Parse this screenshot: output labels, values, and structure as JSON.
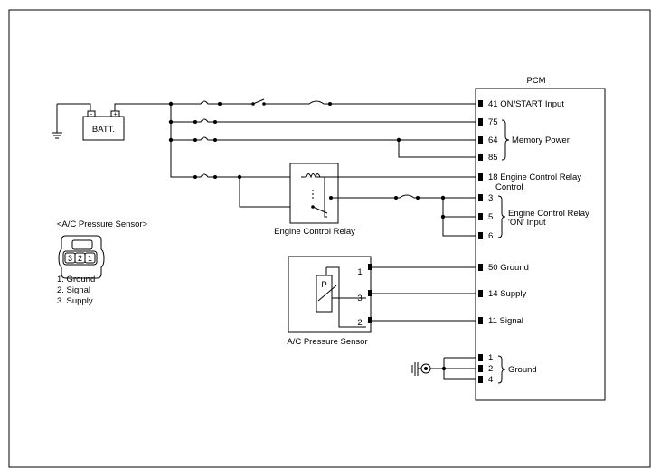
{
  "pcm": {
    "title": "PCM",
    "pins": {
      "p41": "41 ON/START Input",
      "p75": "75",
      "p64": "64",
      "p85": "85",
      "p18a": "18 Engine Control Relay",
      "p18b": "Control",
      "p3": "3",
      "p5": "5",
      "p6": "6",
      "p50": "50 Ground",
      "p14": "14 Supply",
      "p11": "11 Signal",
      "g1": "1",
      "g2": "2",
      "g4": "4"
    },
    "groups": {
      "memory_power": "Memory Power",
      "ecr_on_a": "Engine Control Relay",
      "ecr_on_b": "'ON' Input",
      "ground": "Ground"
    }
  },
  "battery": {
    "label": "BATT.",
    "neg": "-",
    "pos": "+"
  },
  "relay": {
    "label": "Engine Control Relay"
  },
  "sensor": {
    "label": "A/C Pressure Sensor",
    "symbol": "P",
    "pins": {
      "p1": "1",
      "p3": "3",
      "p2": "2"
    }
  },
  "connector": {
    "title": "<A/C Pressure Sensor>",
    "pins": [
      "3",
      "2",
      "1"
    ],
    "legend": [
      "1. Ground",
      "2. Signal",
      "3. Supply"
    ]
  }
}
